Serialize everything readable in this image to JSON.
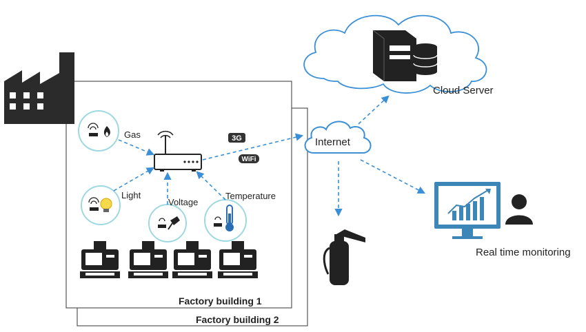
{
  "labels": {
    "gas": "Gas",
    "light": "Light",
    "voltage": "Voltage",
    "temperature": "Temperature",
    "internet": "Internet",
    "cloud_server": "Cloud Server",
    "real_time_monitoring": "Real time monitoring",
    "factory_building_1": "Factory building 1",
    "factory_building_2": "Factory building 2",
    "badge_3g": "3G",
    "badge_wifi": "WiFi"
  },
  "icons": {
    "factory": "factory-icon",
    "router": "wifi-router-icon",
    "gas_sensor": "flame-icon",
    "light_sensor": "light-bulb-icon",
    "voltage_sensor": "plug-icon",
    "temperature_sensor": "thermometer-icon",
    "server": "server-database-icon",
    "extinguisher": "fire-extinguisher-icon",
    "monitor": "monitor-chart-icon",
    "user": "user-icon",
    "machine": "cash-register-machine-icon"
  },
  "colors": {
    "accent": "#3a8fd6",
    "circle_border": "#9ed8e0",
    "dark": "#222222"
  }
}
